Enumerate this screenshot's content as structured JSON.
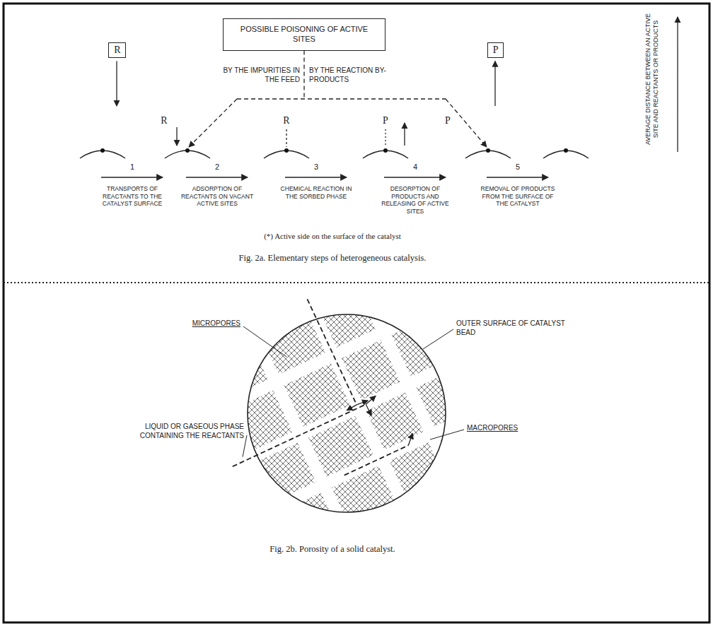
{
  "diagram": {
    "nodes": [
      {
        "text": [
          "POSSIBLE POISONING OF ACTIVE SITES"
        ]
      },
      {
        "text": [
          "R"
        ]
      },
      {
        "text": [
          "P"
        ]
      }
    ],
    "labels": [
      "BY THE IMPURITIES IN THE FEED",
      "BY THE REACTION BY-PRODUCTS",
      "R",
      "R",
      "P",
      "P",
      "1",
      "2",
      "3",
      "4",
      "5",
      "TRANSPORTS OF REACTANTS TO THE CATALYST SURFACE",
      "ADSORPTION OF REACTANTS ON VACANT ACTIVE SITES",
      "CHEMICAL REACTION IN THE SORBED PHASE",
      "DESORPTION OF PRODUCTS AND RELEASING OF ACTIVE SITES",
      "REMOVAL OF PRODUCTS FROM THE SURFACE OF THE CATALYST",
      "(*) Active side on the surface of the catalyst",
      "Fig. 2a. Elementary steps of heterogeneous catalysis.",
      "AVERAGE DISTANCE BETWEEN AN ACTIVE SITE AND REACTANTS OR PRODUCTS",
      "MICROPORES",
      "LIQUID OR GASEOUS PHASE CONTAINING THE REACTANTS",
      "OUTER SURFACE OF CATALYST BEAD",
      "MACROPORES",
      "Fig. 2b. Porosity of a solid catalyst."
    ]
  }
}
